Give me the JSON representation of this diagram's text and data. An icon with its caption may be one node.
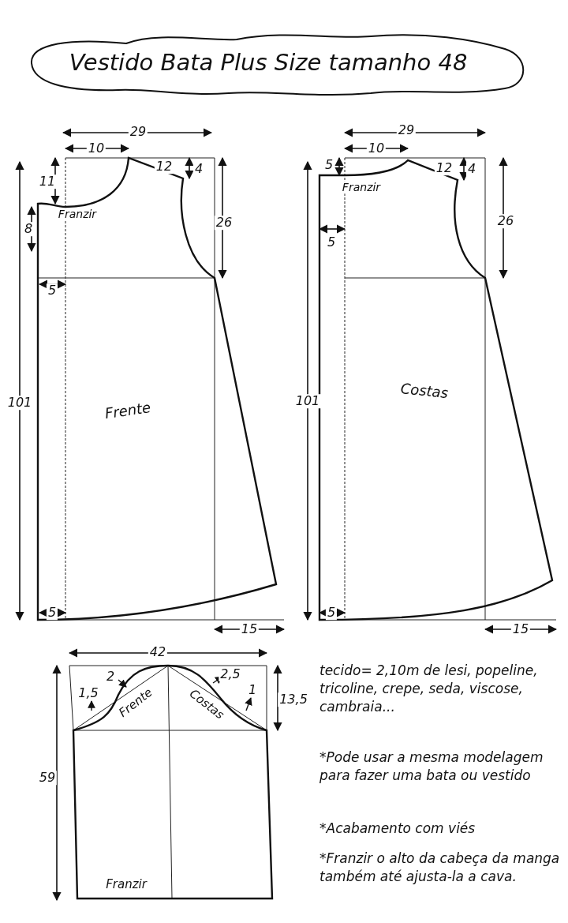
{
  "diagram": {
    "title": "Vestido Bata Plus Size tamanho 48",
    "nodes": [
      {
        "text": [
          "Franzir",
          "Frente"
        ]
      },
      {
        "text": [
          "Franzir",
          "Costas"
        ]
      },
      {
        "text": [
          "Frente",
          "Costas",
          "Franzir"
        ]
      }
    ],
    "labels": [
      "29",
      "10",
      "11",
      "12",
      "4",
      "8",
      "26",
      "5",
      "101",
      "5",
      "15",
      "29",
      "10",
      "5",
      "12",
      "4",
      "26",
      "5",
      "101",
      "5",
      "15",
      "42",
      "2",
      "2,5",
      "1,5",
      "1",
      "13,5",
      "59",
      "tecido= 2,10m de lesi, popeline, tricoline, crepe, seda, viscose, cambraia...",
      "*Pode usar a mesma modelagem para fazer uma bata ou vestido",
      "*Acabamento com viés",
      "*Franzir o alto da cabeça da manga também até ajusta-la a cava."
    ]
  }
}
